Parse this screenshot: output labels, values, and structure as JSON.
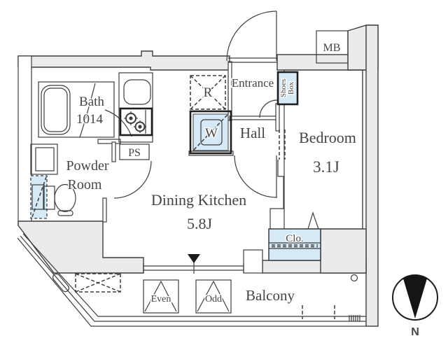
{
  "rooms": {
    "bath": {
      "name": "Bath",
      "size": "1014"
    },
    "powder_room": {
      "line1": "Powder",
      "line2": "Room"
    },
    "dining_kitchen": {
      "name": "Dining Kitchen",
      "size": "5.8J"
    },
    "entrance": {
      "name": "Entrance"
    },
    "hall": {
      "name": "Hall"
    },
    "bedroom": {
      "name": "Bedroom",
      "size": "3.1J"
    },
    "balcony": {
      "name": "Balcony"
    }
  },
  "fixtures": {
    "pipe_space": "PS",
    "meter_box": "MB",
    "closet": "Clo.",
    "shoes_box_line1": "Shoes",
    "shoes_box_line2": "Box",
    "refrigerator": "R",
    "washer": "W",
    "panel_even": "Even",
    "panel_odd": "Odd"
  },
  "compass": {
    "north": "N"
  },
  "colors": {
    "highlight": "#d5e9f6",
    "wall_fill": "#ebebec",
    "line": "#3d3d3d"
  }
}
